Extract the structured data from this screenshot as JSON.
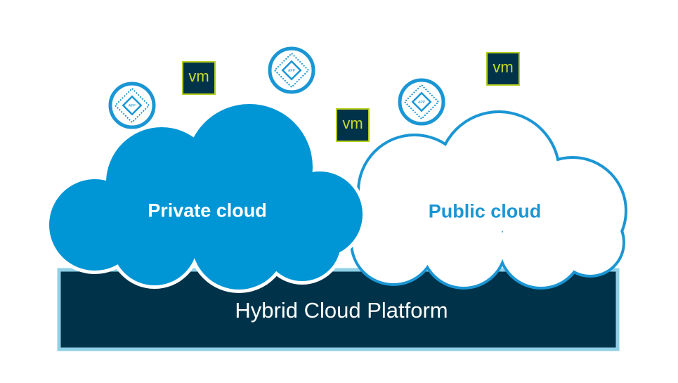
{
  "private_cloud": {
    "label": "Private cloud",
    "color": "#0095d5"
  },
  "public_cloud": {
    "label": "Public cloud",
    "color": "#1b96d4"
  },
  "platform": {
    "label": "Hybrid Cloud Platform",
    "color": "#003349",
    "border": "#8fd0e6"
  },
  "vm_badges": [
    {
      "label": "vm"
    },
    {
      "label": "vm"
    },
    {
      "label": "vm"
    }
  ],
  "app_icons": [
    {
      "label": "APP"
    },
    {
      "label": "APP"
    },
    {
      "label": "APP"
    }
  ]
}
